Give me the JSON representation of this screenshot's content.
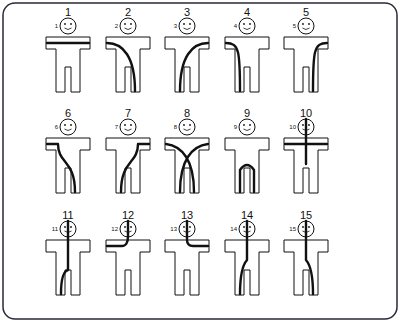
{
  "diagram": {
    "labels": [
      "1",
      "1",
      "2",
      "2",
      "3",
      "3",
      "4",
      "4",
      "5",
      "5",
      "6",
      "6",
      "7",
      "7",
      "8",
      "8",
      "9",
      "9",
      "10",
      "10",
      "11",
      "11",
      "12",
      "12",
      "13",
      "13",
      "14",
      "14",
      "15",
      "15"
    ]
  }
}
